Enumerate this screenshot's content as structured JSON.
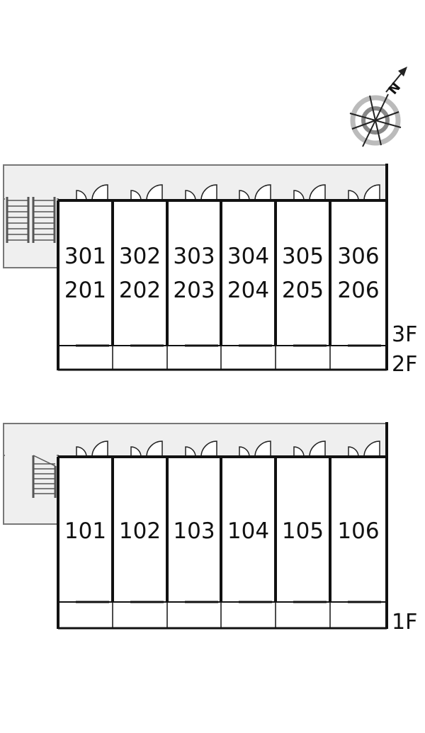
{
  "compass": {
    "label": "N",
    "icon": "north-arrow-compass-icon"
  },
  "upper_block": {
    "floors": [
      "3F",
      "2F"
    ],
    "units_top": [
      "301",
      "302",
      "303",
      "304",
      "305",
      "306"
    ],
    "units_bottom": [
      "201",
      "202",
      "203",
      "204",
      "205",
      "206"
    ]
  },
  "lower_block": {
    "floors": [
      "1F"
    ],
    "units": [
      "101",
      "102",
      "103",
      "104",
      "105",
      "106"
    ]
  },
  "colors": {
    "corridor": "#efefef",
    "wall": "#111111",
    "outline": "#777777"
  }
}
